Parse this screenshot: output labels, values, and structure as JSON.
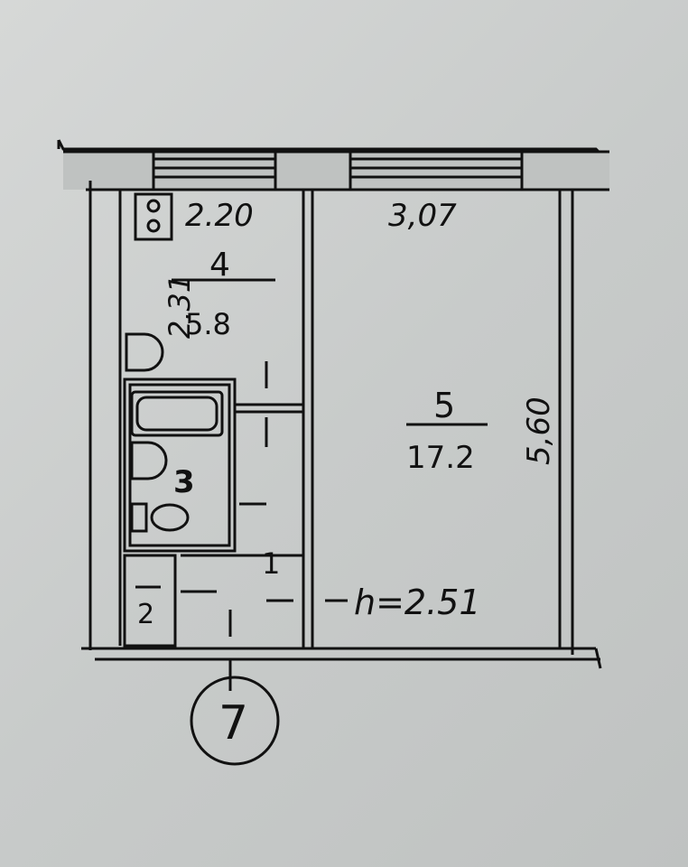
{
  "plan": {
    "kitchen": {
      "number": "4",
      "area": "5.8",
      "width": "2.20",
      "length": "2.31"
    },
    "room": {
      "number": "5",
      "area": "17.2",
      "width": "3,07",
      "length": "5,60"
    },
    "bathroom": {
      "number": "3"
    },
    "hall": {
      "number": "1"
    },
    "storage": {
      "number": "2"
    },
    "ceiling_height": "h=2.51",
    "section_marker": "7"
  }
}
